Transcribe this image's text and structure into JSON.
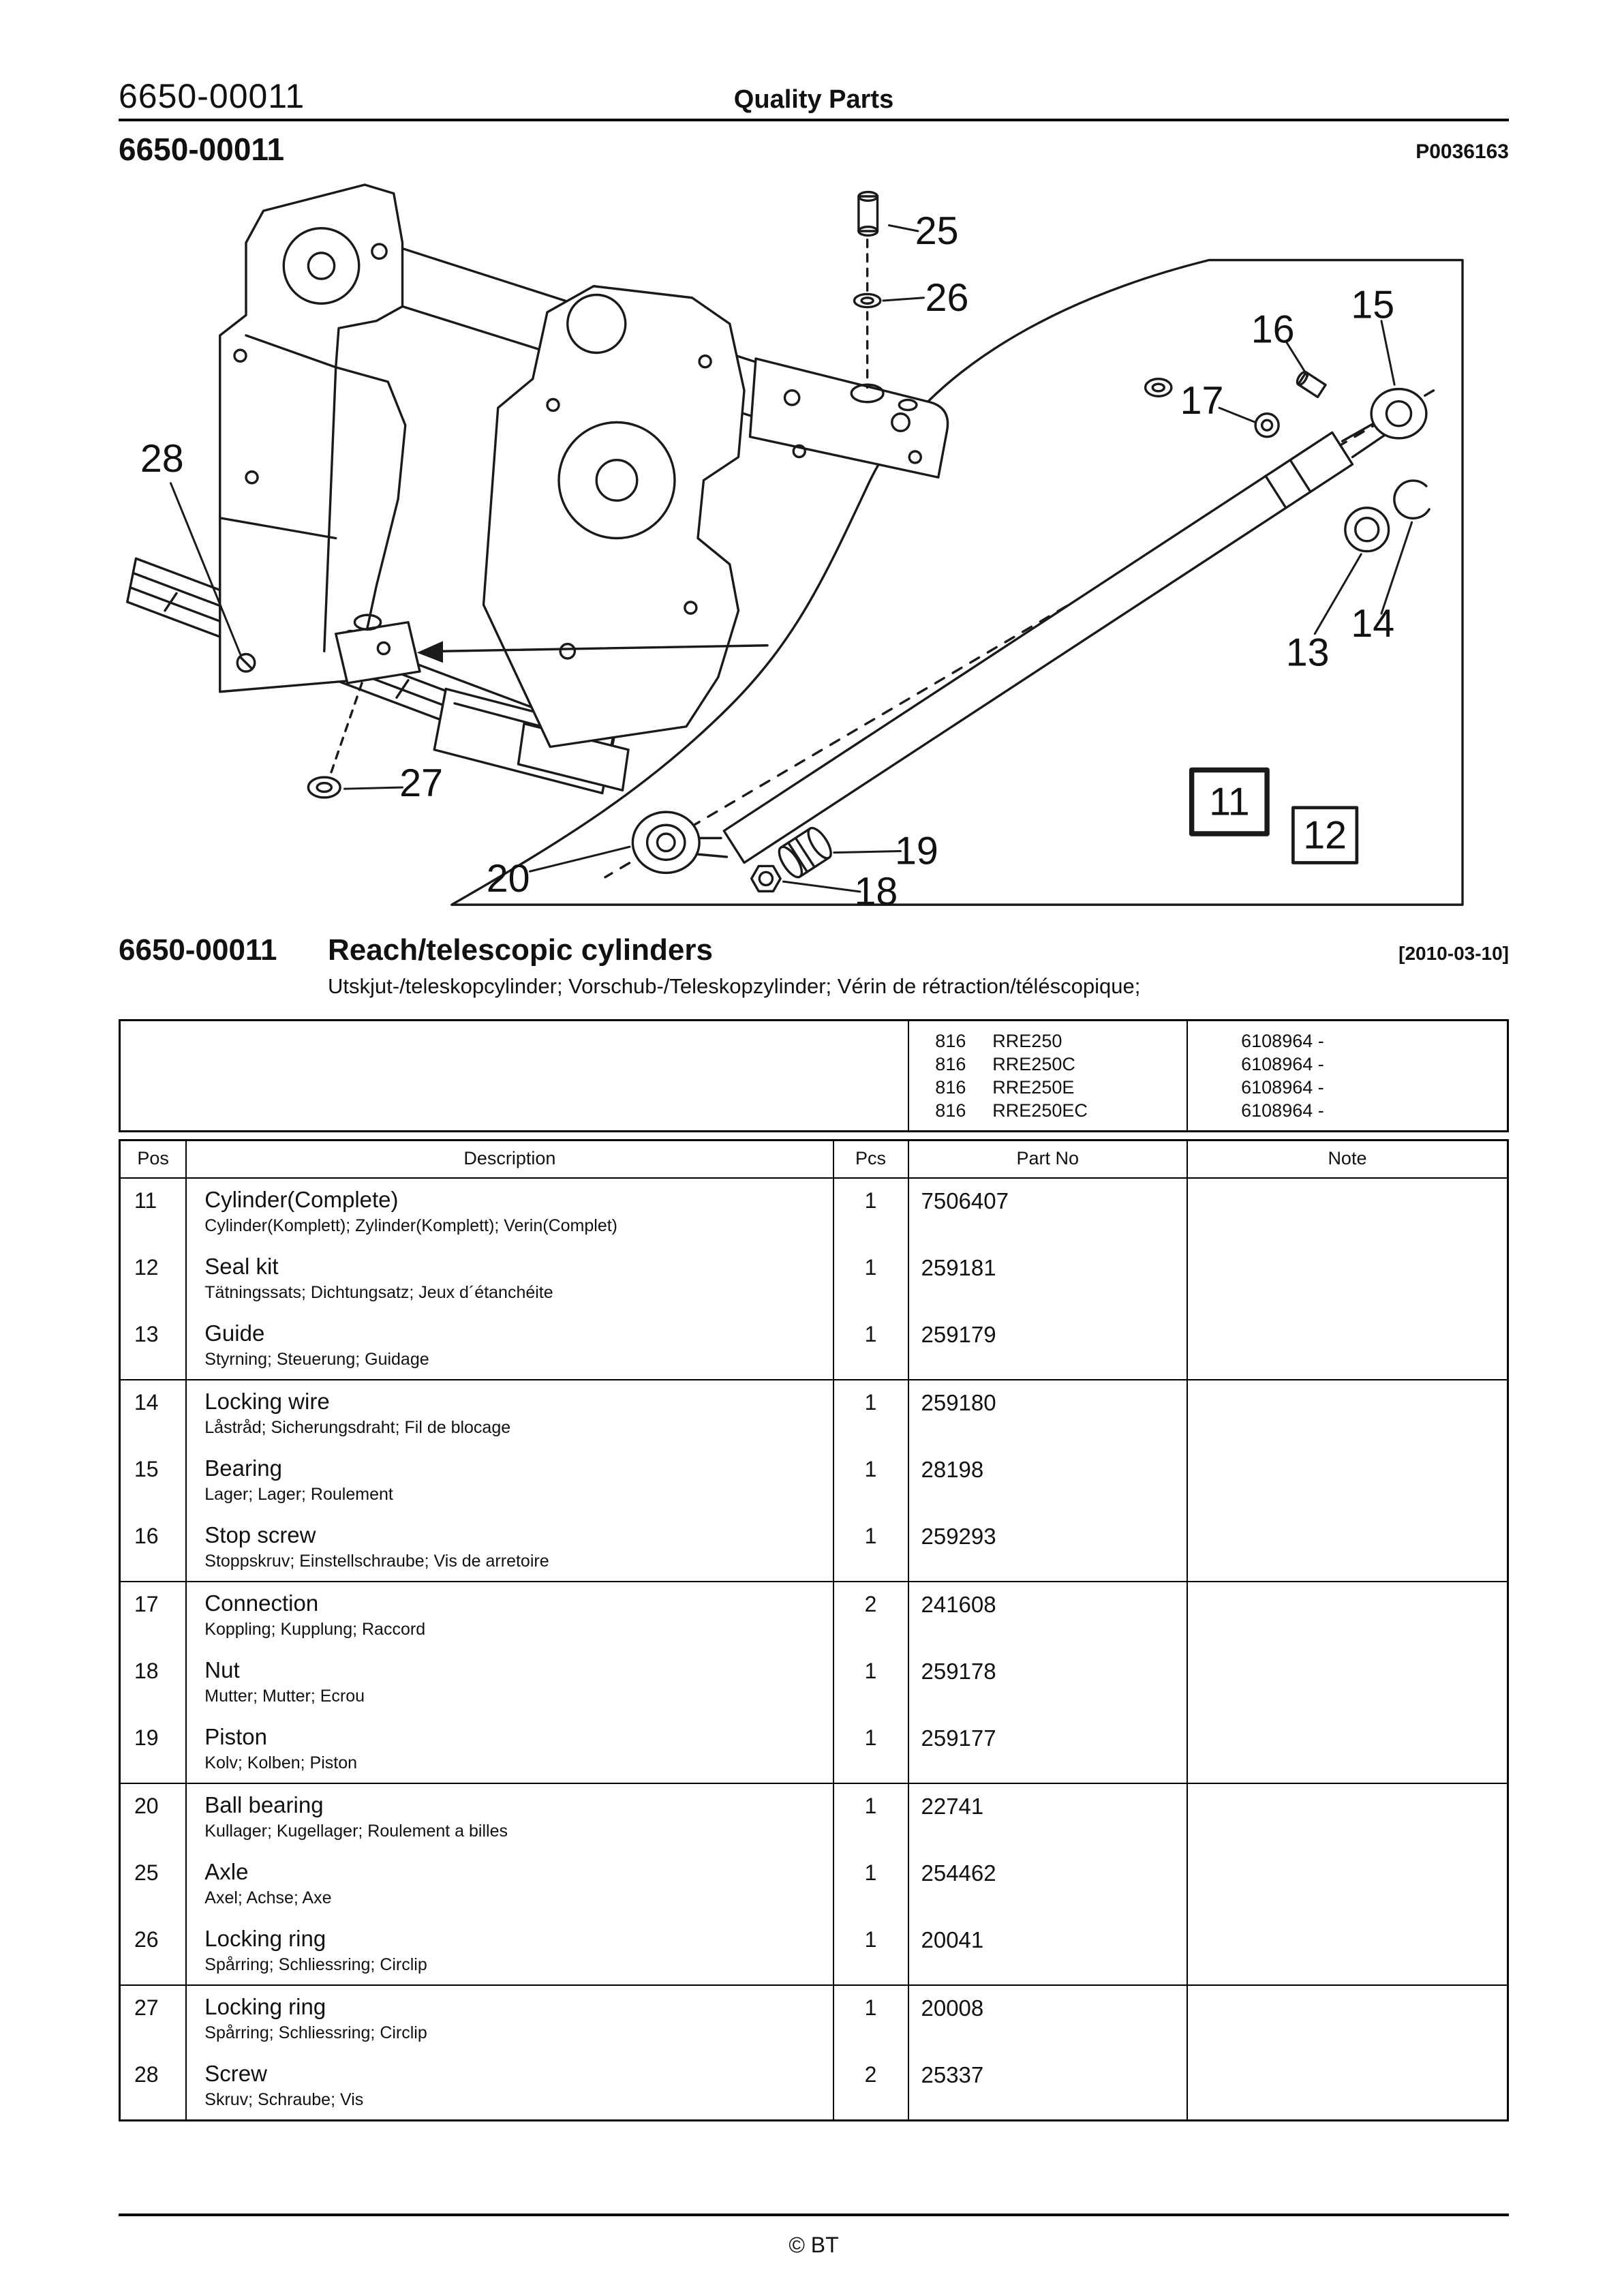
{
  "header": {
    "doc_number": "6650-00011",
    "brand": "Quality Parts",
    "sub_doc_number": "6650-00011",
    "figure_ref": "P0036163"
  },
  "section": {
    "code": "6650-00011",
    "title": "Reach/telescopic cylinders",
    "date": "[2010-03-10]",
    "subtitle": "Utskjut-/teleskopcylinder; Vorschub-/Teleskopzylinder; Vérin de rétraction/téléscopique;"
  },
  "models": {
    "rows": [
      {
        "code": "816",
        "name": "RRE250",
        "serial": "6108964 -"
      },
      {
        "code": "816",
        "name": "RRE250C",
        "serial": "6108964 -"
      },
      {
        "code": "816",
        "name": "RRE250E",
        "serial": "6108964 -"
      },
      {
        "code": "816",
        "name": "RRE250EC",
        "serial": "6108964 -"
      }
    ]
  },
  "table": {
    "headers": {
      "pos": "Pos",
      "description": "Description",
      "pcs": "Pcs",
      "part_no": "Part No",
      "note": "Note"
    },
    "rows": [
      {
        "pos": "11",
        "desc": "Cylinder(Complete)",
        "langs": "Cylinder(Komplett); Zylinder(Komplett); Verin(Complet)",
        "pcs": "1",
        "part": "7506407"
      },
      {
        "pos": "12",
        "desc": "Seal kit",
        "langs": "Tätningssats; Dichtungsatz; Jeux d´étanchéite",
        "pcs": "1",
        "part": "259181"
      },
      {
        "pos": "13",
        "desc": "Guide",
        "langs": "Styrning; Steuerung; Guidage",
        "pcs": "1",
        "part": "259179"
      },
      {
        "pos": "14",
        "desc": "Locking wire",
        "langs": "Låstråd; Sicherungsdraht; Fil de blocage",
        "pcs": "1",
        "part": "259180"
      },
      {
        "pos": "15",
        "desc": "Bearing",
        "langs": "Lager; Lager; Roulement",
        "pcs": "1",
        "part": "28198"
      },
      {
        "pos": "16",
        "desc": "Stop screw",
        "langs": "Stoppskruv; Einstellschraube; Vis de arretoire",
        "pcs": "1",
        "part": "259293"
      },
      {
        "pos": "17",
        "desc": "Connection",
        "langs": "Koppling; Kupplung; Raccord",
        "pcs": "2",
        "part": "241608"
      },
      {
        "pos": "18",
        "desc": "Nut",
        "langs": "Mutter; Mutter; Ecrou",
        "pcs": "1",
        "part": "259178"
      },
      {
        "pos": "19",
        "desc": "Piston",
        "langs": "Kolv; Kolben; Piston",
        "pcs": "1",
        "part": "259177"
      },
      {
        "pos": "20",
        "desc": "Ball bearing",
        "langs": "Kullager; Kugellager; Roulement a billes",
        "pcs": "1",
        "part": "22741"
      },
      {
        "pos": "25",
        "desc": "Axle",
        "langs": "Axel; Achse; Axe",
        "pcs": "1",
        "part": "254462"
      },
      {
        "pos": "26",
        "desc": "Locking ring",
        "langs": "Spårring; Schliessring; Circlip",
        "pcs": "1",
        "part": "20041"
      },
      {
        "pos": "27",
        "desc": "Locking ring",
        "langs": "Spårring; Schliessring; Circlip",
        "pcs": "1",
        "part": "20008"
      },
      {
        "pos": "28",
        "desc": "Screw",
        "langs": "Skruv; Schraube; Vis",
        "pcs": "2",
        "part": "25337"
      }
    ]
  },
  "diagram": {
    "callouts": {
      "c11": "11",
      "c12": "12",
      "c13": "13",
      "c14": "14",
      "c15": "15",
      "c16": "16",
      "c17": "17",
      "c18": "18",
      "c19": "19",
      "c20": "20",
      "c25": "25",
      "c26": "26",
      "c27": "27",
      "c28": "28"
    }
  },
  "footer": {
    "copyright": "© BT"
  }
}
